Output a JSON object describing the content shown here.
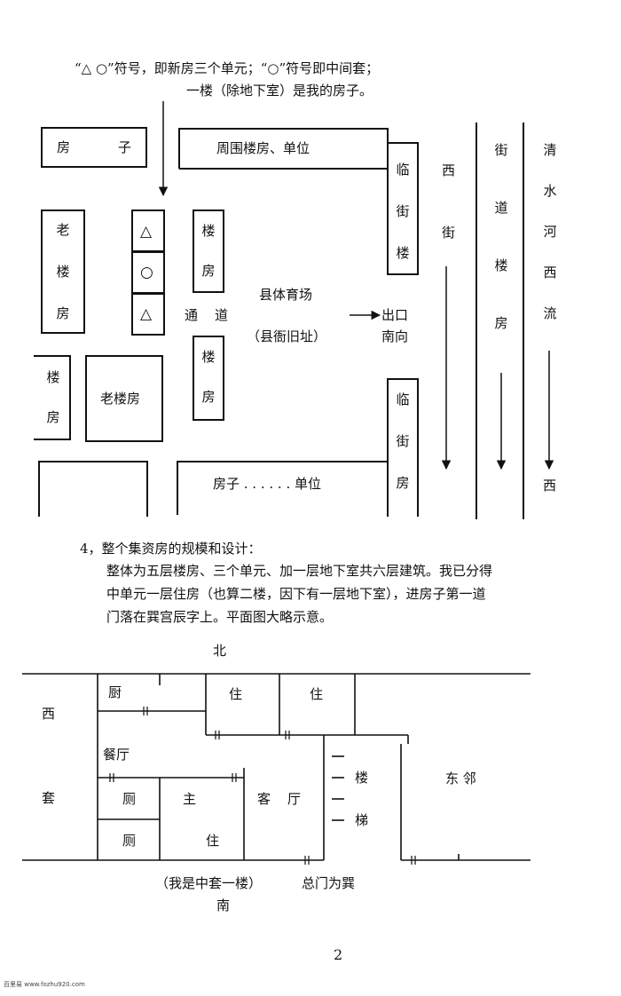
{
  "legend": {
    "line1": "“△ ○”符号，即新房三个单元；“○”符号即中间套；",
    "line2": "一楼（除地下室）是我的房子。"
  },
  "site_map": {
    "house_top": [
      "房",
      "子"
    ],
    "surrounding": "周围楼房、单位",
    "old_building_left": [
      "老",
      "楼",
      "房"
    ],
    "units": [
      "△",
      "○",
      "△"
    ],
    "building_a": [
      "楼",
      "房"
    ],
    "passage": [
      "通",
      "道"
    ],
    "building_b": [
      "楼",
      "房"
    ],
    "stadium": "县体育场",
    "stadium_old": "（县衙旧址）",
    "exit": "出口",
    "exit_dir": "南向",
    "street_building_top": [
      "临",
      "街",
      "楼"
    ],
    "street_building_bottom": [
      "临",
      "街",
      "房"
    ],
    "west_street": [
      "西",
      "街"
    ],
    "street_road_building": [
      "街",
      "道",
      "楼",
      "房"
    ],
    "river": [
      "清",
      "水",
      "河",
      "西",
      "流"
    ],
    "river_end": "西",
    "bottom_left_building": [
      "楼",
      "房"
    ],
    "old_building_center": "老楼房",
    "bottom_units": "房子 . . . . . . 单位"
  },
  "section4": {
    "heading": "4，整个集资房的规模和设计：",
    "line1": "整体为五层楼房、三个单元、加一层地下室共六层建筑。我已分得",
    "line2": "中单元一层住房（也算二楼，因下有一层地下室），进房子第一道",
    "line3": "门落在巽宫辰字上。平面图大略示意。"
  },
  "floor_plan": {
    "north": "北",
    "south": "南",
    "west_unit": [
      "西",
      "套"
    ],
    "kitchen": "厨",
    "bedroom_1": "住",
    "bedroom_2": "住",
    "dining": "餐厅",
    "toilet_1": "厕",
    "toilet_2": "厕",
    "master": [
      "主",
      "住"
    ],
    "living": [
      "客",
      "厅"
    ],
    "stairs": [
      "楼",
      "梯"
    ],
    "east_neighbor": "东 邻",
    "caption": "（我是中套一楼）",
    "door_note": "总门为巽"
  },
  "page_number": "2",
  "footer_source": "百里易 www.fozhu920.com"
}
